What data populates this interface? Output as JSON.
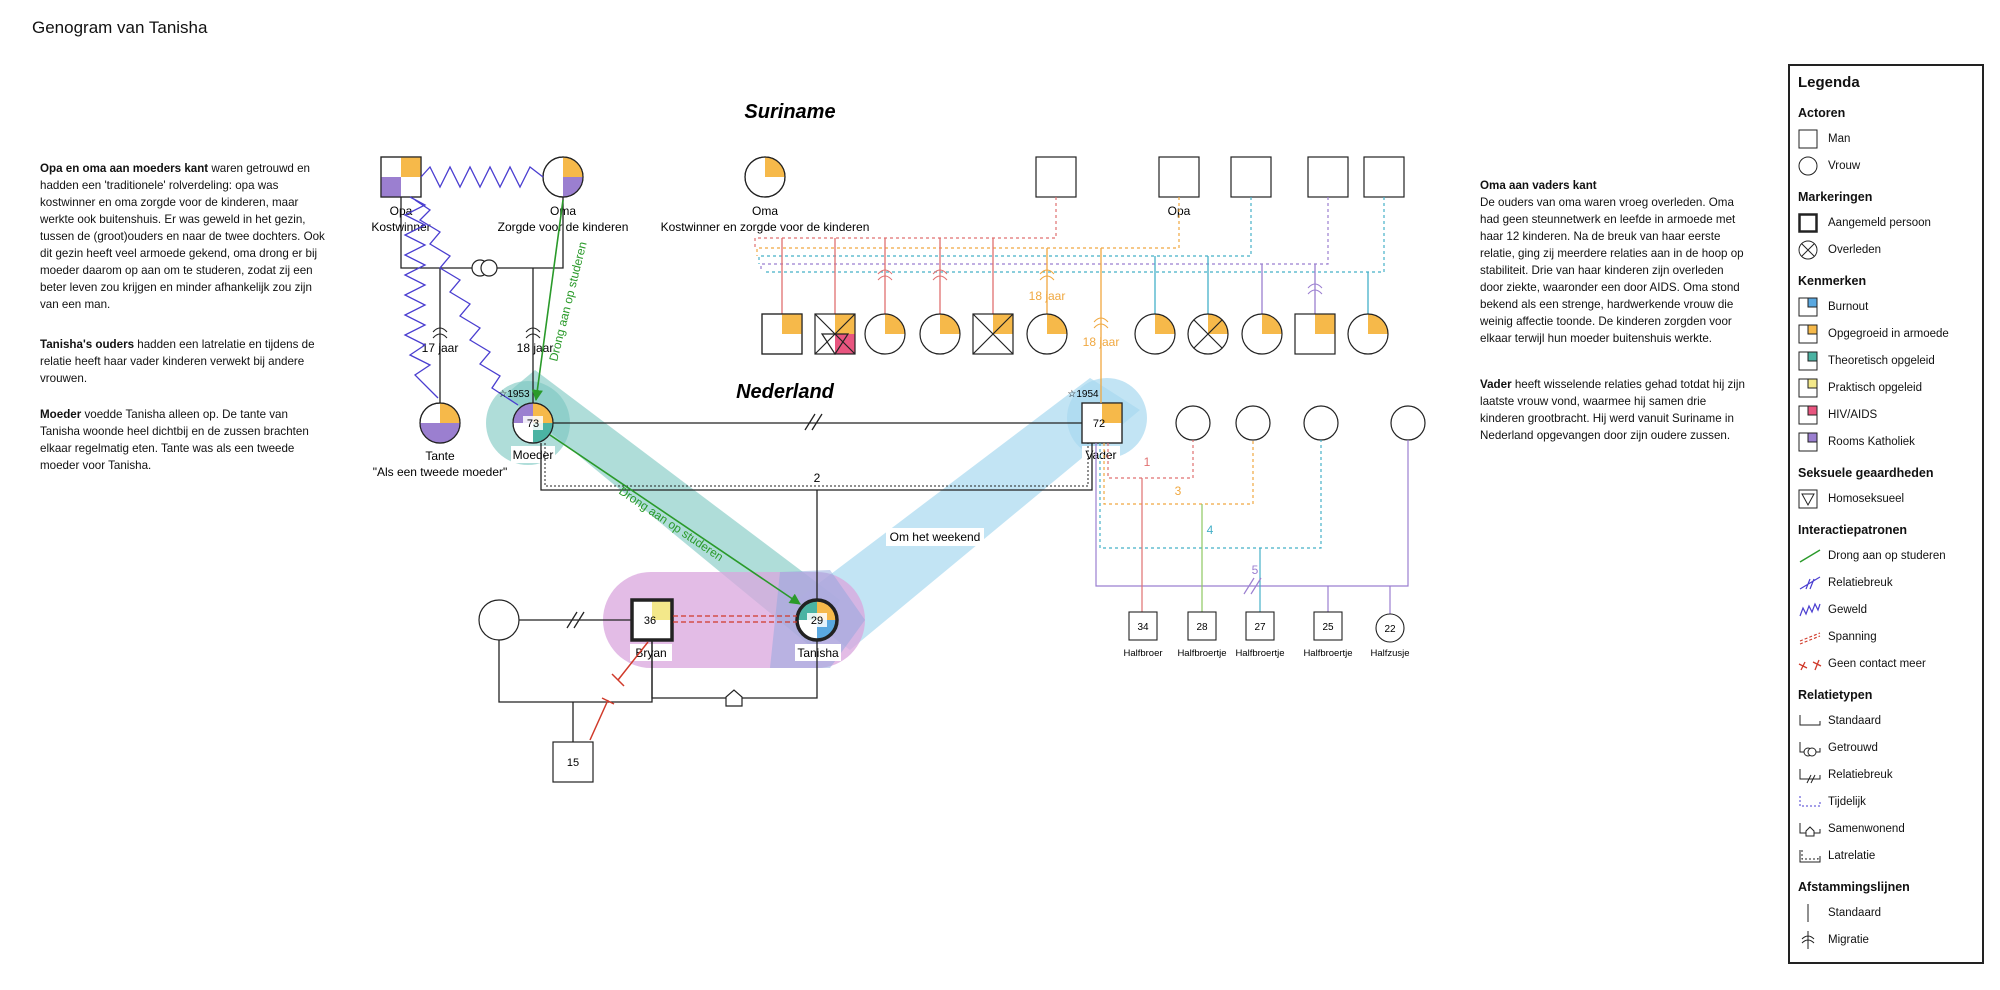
{
  "title": "Genogram van Tanisha",
  "regions": {
    "suriname": "Suriname",
    "nederland": "Nederland"
  },
  "notes": {
    "left": [
      {
        "bold": "Opa en oma aan moeders kant",
        "text": " waren getrouwd en hadden een 'traditionele' rolverdeling: opa was kostwinner en oma zorgde voor de kinderen, maar werkte ook buitenshuis. Er was geweld in het gezin, tussen de (groot)ouders en naar de twee dochters. Ook dit gezin heeft veel armoede gekend, oma drong er bij moeder daarom op aan om te studeren, zodat zij een beter leven zou krijgen en minder afhankelijk zou zijn van een man."
      },
      {
        "bold": "Tanisha's ouders",
        "text": " hadden een latrelatie  en tijdens de relatie heeft haar vader kinderen verwekt bij andere vrouwen."
      },
      {
        "bold": "Moeder",
        "text": " voedde Tanisha alleen op. De tante van Tanisha woonde heel dichtbij en de zussen brachten elkaar regelmatig eten. Tante was als een tweede moeder voor Tanisha."
      }
    ],
    "right": [
      {
        "bold": "Oma aan vaders kant",
        "text": "\nDe ouders van oma waren vroeg overleden. Oma had geen steunnetwerk en leefde in armoede met haar 12 kinderen. Na de breuk van haar eerste relatie, ging zij meerdere relaties aan in de hoop op stabiliteit. Drie van haar kinderen zijn overleden door ziekte, waaronder een door AIDS. Oma stond bekend als een strenge, hardwerkende vrouw die weinig affectie toonde. De kinderen zorgden voor elkaar terwijl hun moeder buitenshuis werkte."
      },
      {
        "bold": "Vader",
        "text": " heeft wisselende relaties gehad totdat hij zijn laatste vrouw vond, waarmee hij samen drie kinderen grootbracht. Hij werd vanuit Suriname in Nederland opgevangen door zijn oudere zussen."
      }
    ]
  },
  "people": {
    "opa_m": {
      "name": "Opa",
      "role": "Kostwinner"
    },
    "oma_m": {
      "name": "Oma",
      "role": "Zorgde voor de kinderen"
    },
    "oma_v": {
      "name": "Oma",
      "role": "Kostwinner en zorgde voor de kinderen"
    },
    "opa_v": {
      "name": "Opa"
    },
    "tante": {
      "name": "Tante",
      "role": "\"Als een tweede moeder\""
    },
    "moeder": {
      "name": "Moeder",
      "age": "73",
      "born": "☆1953"
    },
    "vader": {
      "name": "Vader",
      "age": "72",
      "born": "☆1954"
    },
    "bryan": {
      "name": "Bryan",
      "age": "36"
    },
    "tanisha": {
      "name": "Tanisha",
      "age": "29"
    },
    "child_bryan": {
      "age": "15"
    },
    "halfsibs": [
      {
        "age": "34",
        "label": "Halfbroer"
      },
      {
        "age": "28",
        "label": "Halfbroertje"
      },
      {
        "age": "27",
        "label": "Halfbroertje"
      },
      {
        "age": "25",
        "label": "Halfbroertje"
      },
      {
        "age": "22",
        "label": "Halfzusje"
      }
    ]
  },
  "annotations": {
    "age17": "17 jaar",
    "age18_m": "18 jaar",
    "age18_v1": "18 jaar",
    "age18_v2": "18 jaar",
    "drong1": "Drong aan op studeren",
    "drong2": "Drong aan op studeren",
    "weekend": "Om het weekend",
    "rel2": "2",
    "rel1": "1",
    "rel3": "3",
    "rel4": "4",
    "rel5": "5"
  },
  "legend": {
    "title": "Legenda",
    "sections": [
      {
        "heading": "Actoren",
        "items": [
          {
            "icon": "square-icon",
            "label": "Man"
          },
          {
            "icon": "circle-icon",
            "label": "Vrouw"
          }
        ]
      },
      {
        "heading": "Markeringen",
        "items": [
          {
            "icon": "bold-square-icon",
            "label": "Aangemeld persoon"
          },
          {
            "icon": "crossed-circle-icon",
            "label": "Overleden"
          }
        ]
      },
      {
        "heading": "Kenmerken",
        "items": [
          {
            "icon": "burnout-icon",
            "label": "Burnout"
          },
          {
            "icon": "poverty-icon",
            "label": "Opgegroeid in armoede"
          },
          {
            "icon": "theoretical-icon",
            "label": "Theoretisch opgeleid"
          },
          {
            "icon": "practical-icon",
            "label": "Praktisch opgeleid"
          },
          {
            "icon": "hiv-icon",
            "label": "HIV/AIDS"
          },
          {
            "icon": "catholic-icon",
            "label": "Rooms Katholiek"
          }
        ]
      },
      {
        "heading": "Seksuele geaardheden",
        "items": [
          {
            "icon": "homosexual-icon",
            "label": "Homoseksueel"
          }
        ]
      },
      {
        "heading": "Interactiepatronen",
        "items": [
          {
            "icon": "push-line-icon",
            "label": "Drong aan op studeren"
          },
          {
            "icon": "break-line-icon",
            "label": "Relatiebreuk"
          },
          {
            "icon": "violence-line-icon",
            "label": "Geweld"
          },
          {
            "icon": "tension-line-icon",
            "label": "Spanning"
          },
          {
            "icon": "no-contact-icon",
            "label": "Geen contact meer"
          }
        ]
      },
      {
        "heading": "Relatietypen",
        "items": [
          {
            "icon": "standard-rel-icon",
            "label": "Standaard"
          },
          {
            "icon": "married-rel-icon",
            "label": "Getrouwd"
          },
          {
            "icon": "breakup-rel-icon",
            "label": "Relatiebreuk"
          },
          {
            "icon": "temporary-rel-icon",
            "label": "Tijdelijk"
          },
          {
            "icon": "cohabit-rel-icon",
            "label": "Samenwonend"
          },
          {
            "icon": "lat-rel-icon",
            "label": "Latrelatie"
          }
        ]
      },
      {
        "heading": "Afstammingslijnen",
        "items": [
          {
            "icon": "standard-descent-icon",
            "label": "Standaard"
          },
          {
            "icon": "migration-descent-icon",
            "label": "Migratie"
          }
        ]
      }
    ]
  },
  "colors": {
    "poverty": "#f6b94a",
    "catholic": "#9b7fd0",
    "practical": "#f3e88a",
    "theoretical": "#4bb3a3",
    "burnout": "#5aa8e0",
    "hiv": "#e8557f",
    "migration_zone": "#7ac7c0",
    "weekend_zone": "#a8d8f0",
    "couple_zone": "#d9a6dd",
    "push": "#2a9a2a",
    "violence": "#4a3ed0",
    "nocontact": "#d03a2a"
  }
}
